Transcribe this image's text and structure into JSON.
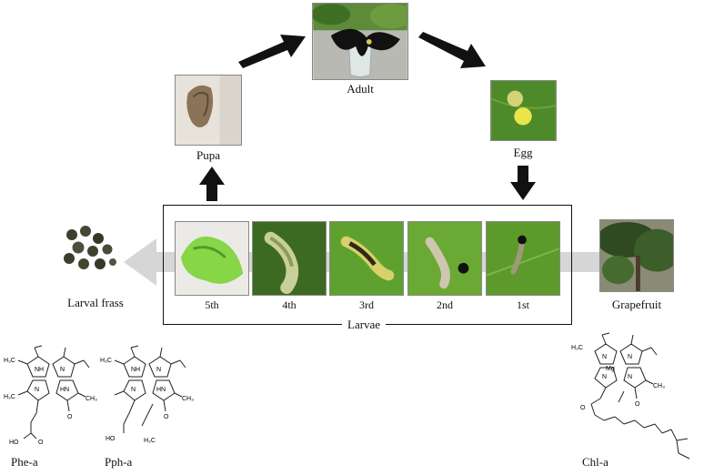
{
  "stages": {
    "adult": "Adult",
    "egg": "Egg",
    "pupa": "Pupa",
    "larvae": "Larvae",
    "grapefruit": "Grapefruit",
    "frass": "Larval frass"
  },
  "instars": [
    "5th",
    "4th",
    "3rd",
    "2nd",
    "1st"
  ],
  "compounds": [
    "Phe-a",
    "Pph-a",
    "Chl-a"
  ],
  "atom_labels": {
    "nh": "NH",
    "hn": "HN",
    "n": "N",
    "mg": "Mg",
    "o": "O",
    "ho": "HO",
    "h3c": "H₃C",
    "ch3": "CH₃"
  },
  "colors": {
    "leaf_green": "#4f8a2a",
    "arrow_black": "#111111",
    "arrow_gray": "#d6d6d6"
  }
}
